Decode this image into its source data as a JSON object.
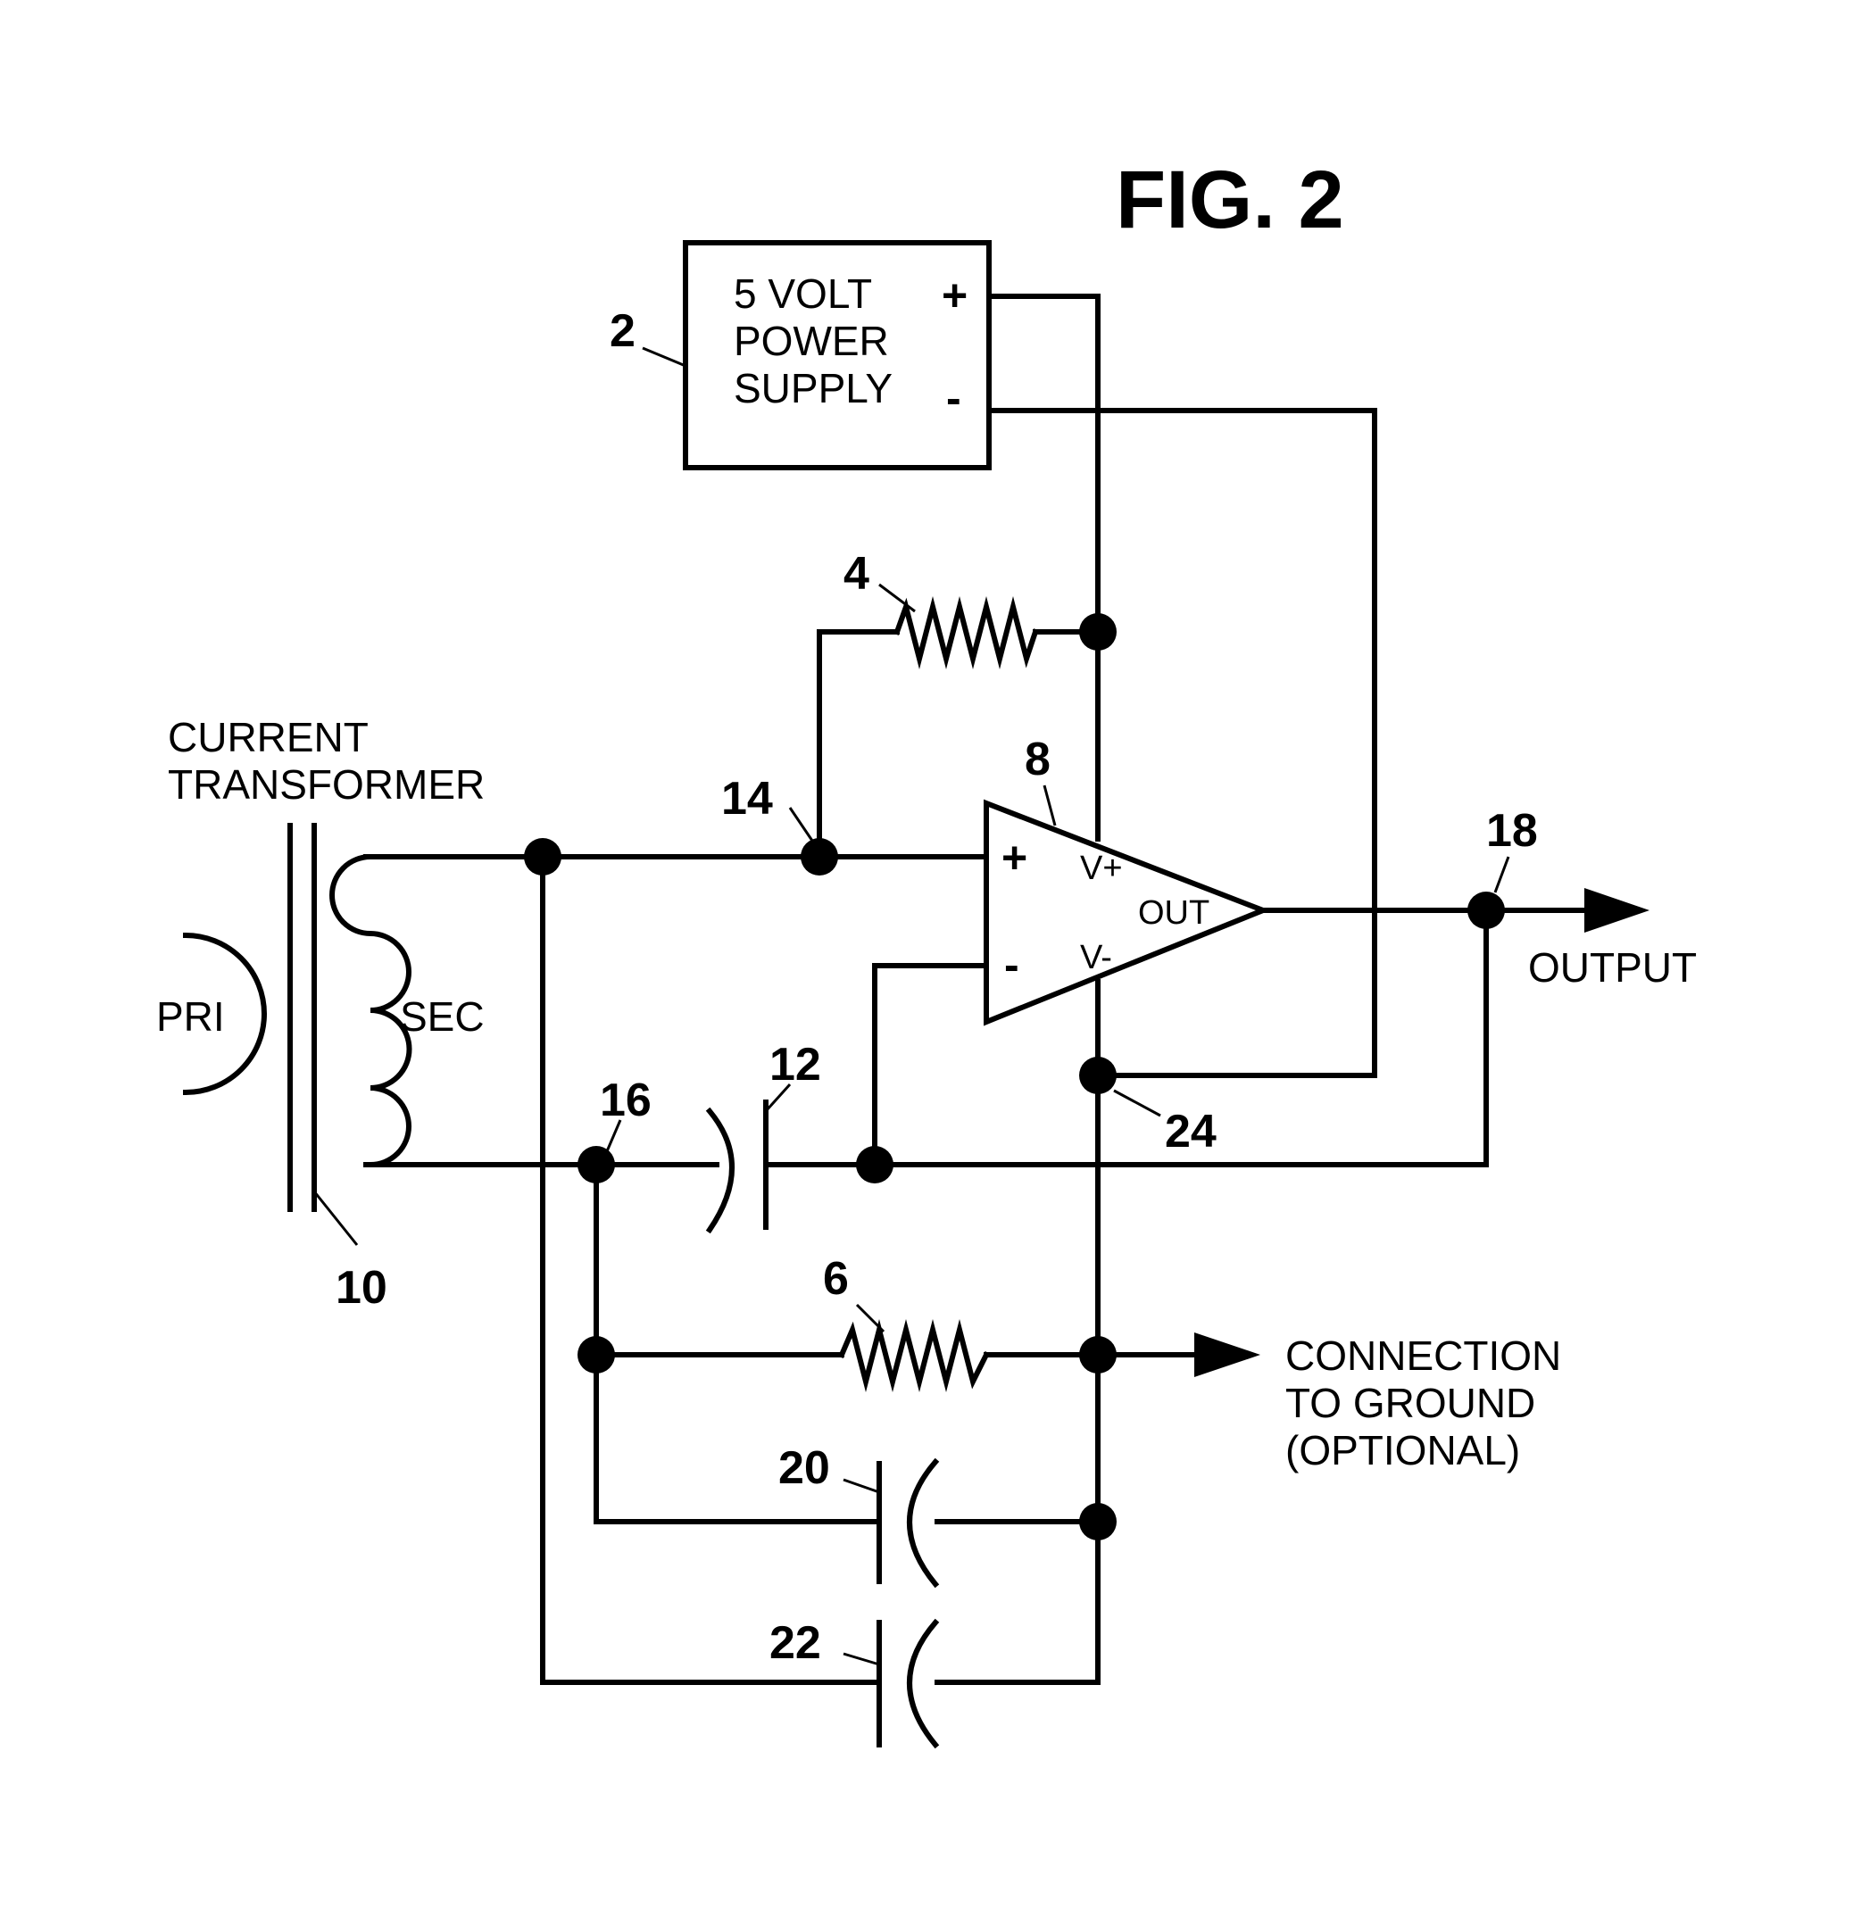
{
  "figure": {
    "title": "FIG. 2"
  },
  "power_supply": {
    "ref": "2",
    "lines": [
      "5 VOLT",
      "POWER",
      "SUPPLY"
    ],
    "plus": "+",
    "minus": "-"
  },
  "resistor_4": {
    "ref": "4"
  },
  "resistor_6": {
    "ref": "6"
  },
  "opamp": {
    "ref": "8",
    "in_plus": "+",
    "in_minus": "-",
    "vplus": "V+",
    "vminus": "V-",
    "out": "OUT"
  },
  "transformer": {
    "ref": "10",
    "lines": [
      "CURRENT",
      "TRANSFORMER"
    ],
    "primary": "PRI",
    "secondary": "SEC"
  },
  "capacitor_12": {
    "ref": "12"
  },
  "capacitor_20": {
    "ref": "20"
  },
  "capacitor_22": {
    "ref": "22"
  },
  "node_14": {
    "ref": "14"
  },
  "node_16": {
    "ref": "16"
  },
  "node_18": {
    "ref": "18"
  },
  "node_24": {
    "ref": "24"
  },
  "output": {
    "label": "OUTPUT"
  },
  "ground": {
    "lines": [
      "CONNECTION",
      "TO GROUND",
      "(OPTIONAL)"
    ]
  }
}
